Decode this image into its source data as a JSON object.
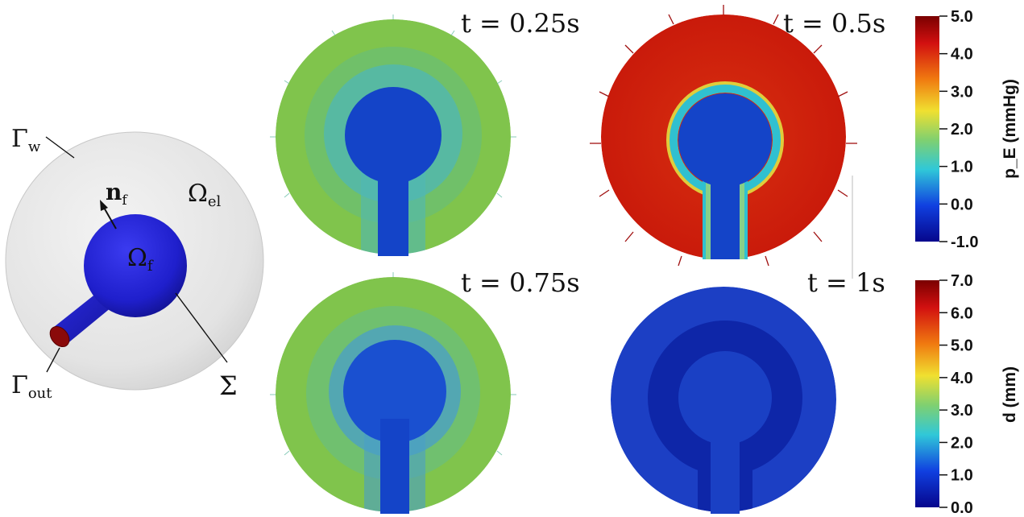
{
  "schematic": {
    "labels": {
      "gamma_w": "Γ",
      "gamma_w_sub": "w",
      "n_f": "n",
      "n_f_sub": "f",
      "omega_el": "Ω",
      "omega_el_sub": "el",
      "omega_f": "Ω",
      "omega_f_sub": "f",
      "gamma_out": "Γ",
      "gamma_out_sub": "out",
      "sigma": "Σ"
    },
    "colors": {
      "outer_sphere": "#e6e6e6",
      "inner_sphere": "#1f1fd0",
      "outlet_cap": "#8b0000"
    }
  },
  "panels": [
    {
      "id": "t025",
      "time_label": "t = 0.25s",
      "variable": "p_E"
    },
    {
      "id": "t05",
      "time_label": "t = 0.5s",
      "variable": "p_E"
    },
    {
      "id": "t075",
      "time_label": "t = 0.75s",
      "variable": "d"
    },
    {
      "id": "t1",
      "time_label": "t = 1s",
      "variable": "d"
    }
  ],
  "colorbars": [
    {
      "title": "p_E (mmHg)",
      "ticks": [
        "5.0",
        "4.0",
        "3.0",
        "2.0",
        "1.0",
        "0.0",
        "-1.0"
      ],
      "range": [
        -1.0,
        5.0
      ]
    },
    {
      "title": "d (mm)",
      "ticks": [
        "7.0",
        "6.0",
        "5.0",
        "4.0",
        "3.0",
        "2.0",
        "1.0",
        "0.0"
      ],
      "range": [
        0.0,
        7.0
      ]
    }
  ],
  "colors": {
    "green_field": "#7cc34f",
    "red_field": "#cc1a08",
    "blue_core": "#1444c8",
    "dark_blue": "#0a1aa0",
    "cyan_ring": "#30c0d0"
  }
}
